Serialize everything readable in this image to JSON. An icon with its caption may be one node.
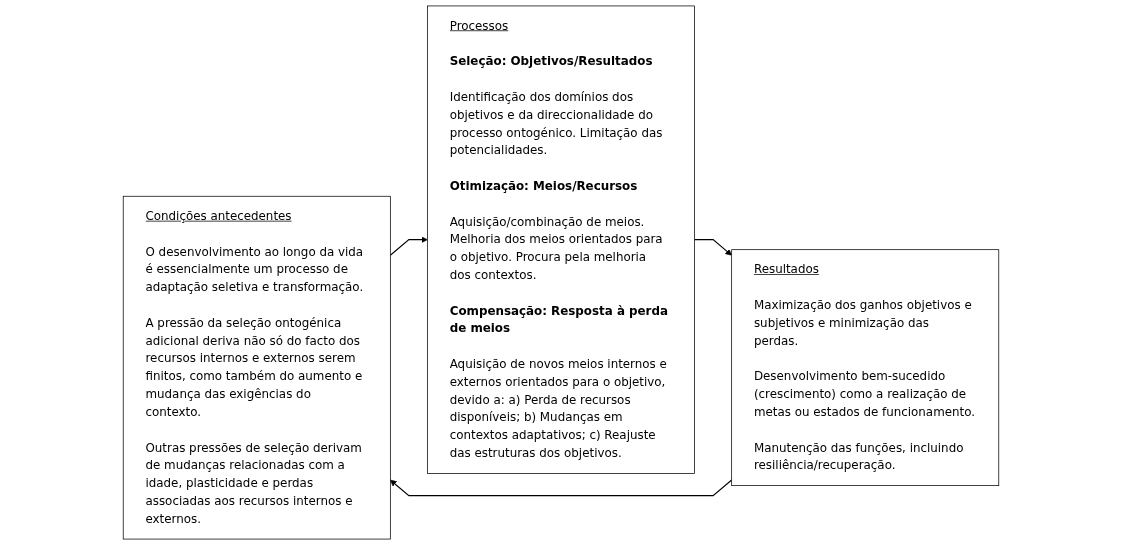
{
  "diagram": {
    "nodes": [
      {
        "text": [
          "Condições antecedentes",
          "O desenvolvimento ao longo da vida é essencialmente um processo de adaptação seletiva e transformação.",
          "A pressão da seleção ontogénica adicional deriva não só do facto dos recursos internos e externos serem finitos, como também do aumento e mudança das exigências do contexto.",
          "Outras pressões de seleção derivam de mudanças relacionadas com a idade, plasticidade e perdas associadas aos recursos internos e externos."
        ]
      },
      {
        "text": [
          "Processos",
          "Seleção: Objetivos/Resultados",
          "Identificação dos domínios dos objetivos e da direccionalidade do processo ontogénico. Limitação das potencialidades.",
          "Otimização: Meios/Recursos",
          "Aquisição/combinação de meios. Melhoria dos meios orientados para o objetivo. Procura pela melhoria dos contextos.",
          "Compensação: Resposta à perda de meios",
          "Aquisição de novos meios internos e externos orientados para o objetivo, devido a: a) Perda de recursos disponíveis; b) Mudanças em contextos adaptativos; c) Reajuste das estruturas dos objetivos."
        ]
      },
      {
        "text": [
          "Resultados",
          "Maximização dos ganhos objetivos e subjetivos e minimização das perdas.",
          "Desenvolvimento bem-sucedido (crescimento) como a realização de metas ou estados de funcionamento.",
          "Manutenção das funções, incluindo resiliência/recuperação."
        ]
      }
    ],
    "edges": [
      {
        "from": 0,
        "to": 1,
        "arrow": "to"
      },
      {
        "from": 1,
        "to": 2,
        "arrow": "to"
      },
      {
        "from": 2,
        "to": 0,
        "arrow": "to"
      }
    ]
  }
}
